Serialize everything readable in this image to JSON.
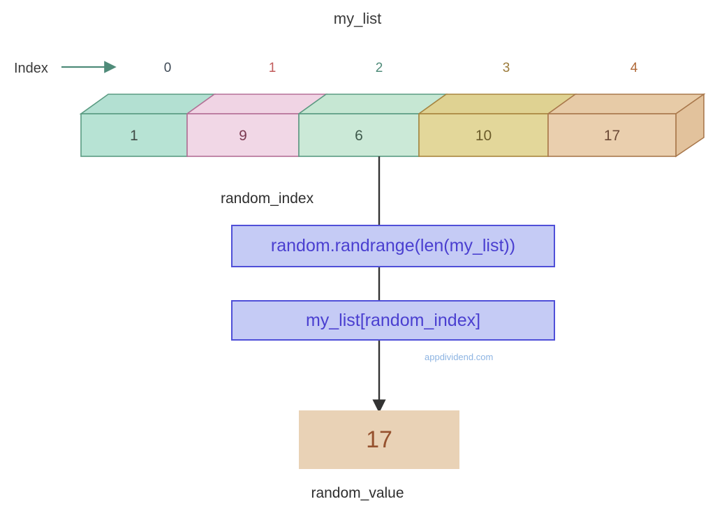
{
  "diagram": {
    "title": "my_list",
    "index_word": "Index",
    "index_arrow_color": "#4f8b79"
  },
  "array": {
    "name": "my_list",
    "indices": [
      "0",
      "1",
      "2",
      "3",
      "4"
    ],
    "values": [
      "1",
      "9",
      "6",
      "10",
      "17"
    ],
    "cells": [
      {
        "index": "0",
        "value": "1",
        "front": "#b7e3d4",
        "top": "#b3e0d2",
        "border": "#5a9b82",
        "text": "#3f4a46",
        "index_color": "#3f4a56"
      },
      {
        "index": "1",
        "value": "9",
        "front": "#f1d7e6",
        "top": "#f0d4e4",
        "border": "#b56f97",
        "text": "#7b3a52",
        "index_color": "#c25b5b"
      },
      {
        "index": "2",
        "value": "6",
        "front": "#cbe9d7",
        "top": "#c6e7d3",
        "border": "#5a9b82",
        "text": "#3f5a4c",
        "index_color": "#4f8b79"
      },
      {
        "index": "3",
        "value": "10",
        "front": "#e3d79a",
        "top": "#dfd292",
        "border": "#a9853f",
        "text": "#6b5b2a",
        "index_color": "#9b7b3a"
      },
      {
        "index": "4",
        "value": "17",
        "front": "#eacfae",
        "top": "#e7cba7",
        "border": "#a9784c",
        "text": "#6b4a36",
        "index_color": "#b06a3a"
      }
    ]
  },
  "flow": {
    "variable_label": "random_index",
    "step_1": "random.randrange(len(my_list))",
    "step_2": "my_list[random_index]",
    "result_value": "17",
    "result_label": "random_value",
    "box_fill": "#c5cbf5",
    "box_border": "#4f4fd8",
    "box_text": "#4a3fd0",
    "result_fill": "#e9d2b6",
    "result_text": "#96522f",
    "connector_color": "#333333"
  },
  "watermark": {
    "text": "appdividend.com",
    "color": "#8db4e2"
  }
}
